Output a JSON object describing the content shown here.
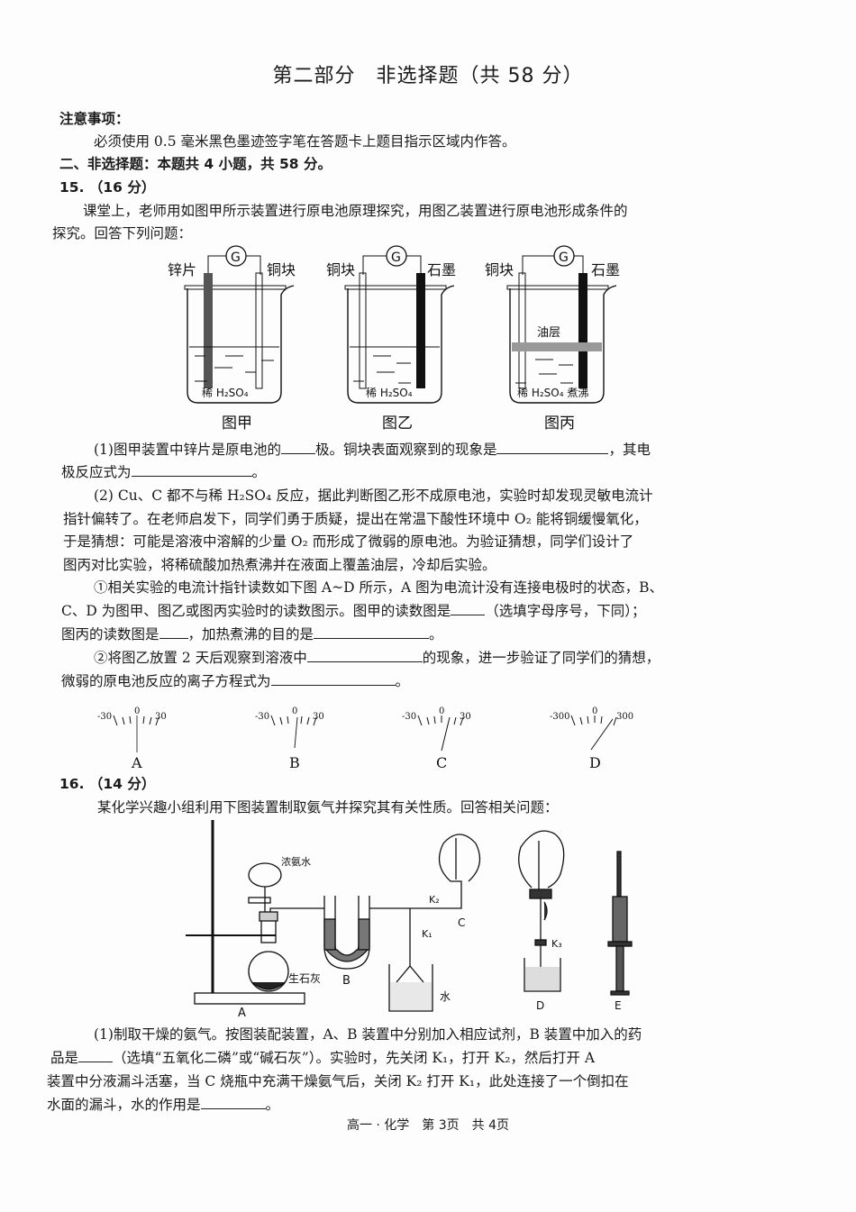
{
  "header": {
    "title": "第二部分　非选择题（共 58 分）"
  },
  "notice": {
    "heading": "注意事项：",
    "text": "必须使用 0.5 毫米黑色墨迹签字笔在答题卡上题目指示区域内作答。"
  },
  "section": {
    "title": "二、非选择题：本题共 4 小题，共 58 分。"
  },
  "q15": {
    "number": "15.",
    "score": "（16 分）",
    "intro_line1": "课堂上，老师用如图甲所示装置进行原电池原理探究，用图乙装置进行原电池形成条件的",
    "intro_line2": "探究。回答下列问题：",
    "figures": [
      {
        "caption": "图甲",
        "left_label": "锌片",
        "right_label": "铜块",
        "solution": "稀 H₂SO₄",
        "meter": "G"
      },
      {
        "caption": "图乙",
        "left_label": "铜块",
        "right_label": "石墨",
        "solution": "稀 H₂SO₄",
        "meter": "G"
      },
      {
        "caption": "图丙",
        "left_label": "铜块",
        "right_label": "石墨",
        "solution": "稀 H₂SO₄ 煮沸",
        "meter": "G",
        "layer_label": "油层"
      }
    ],
    "p1_a": "(1)图甲装置中锌片是原电池的",
    "p1_b": "极。铜块表面观察到的现象是",
    "p1_c": "，其电",
    "p1_d": "极反应式为",
    "p1_e": "。",
    "p2_line1": "(2) Cu、C 都不与稀 H₂SO₄ 反应，据此判断图乙形不成原电池，实验时却发现灵敏电流计",
    "p2_line2": "指针偏转了。在老师启发下，同学们勇于质疑，提出在常温下酸性环境中 O₂ 能将铜缓慢氧化，",
    "p2_line3": "于是猜想：可能是溶液中溶解的少量 O₂ 而形成了微弱的原电池。为验证猜想，同学们设计了",
    "p2_line4": "图丙对比实验，将稀硫酸加热煮沸并在液面上覆盖油层，冷却后实验。",
    "s1_line1": "①相关实验的电流计指针读数如下图 A~D 所示，A 图为电流计没有连接电极时的状态，B、",
    "s1_line2a": "C、D 为图甲、图乙或图丙实验时的读数图示。图甲的读数图是",
    "s1_line2b": "（选填字母序号，下同）；",
    "s1_line3a": "图丙的读数图是",
    "s1_line3b": "，加热煮沸的目的是",
    "s1_line3c": "。",
    "s2_line1a": "②将图乙放置 2 天后观察到溶液中",
    "s2_line1b": "的现象，进一步验证了同学们的猜想，",
    "s2_line2a": "微弱的原电池反应的离子方程式为",
    "s2_line2b": "。",
    "meters": [
      {
        "label": "A",
        "min": "-30",
        "zero": "0",
        "max": "30",
        "needle_angle": 0
      },
      {
        "label": "B",
        "min": "-30",
        "zero": "0",
        "max": "30",
        "needle_angle": 4
      },
      {
        "label": "C",
        "min": "-30",
        "zero": "0",
        "max": "30",
        "needle_angle": 15
      },
      {
        "label": "D",
        "min": "-300",
        "zero": "0",
        "max": "300",
        "needle_angle": 35
      }
    ]
  },
  "q16": {
    "number": "16.",
    "score": "（14 分）",
    "intro": "某化学兴趣小组利用下图装置制取氨气并探究其有关性质。回答相关问题：",
    "labels": {
      "ammonia_water": "浓氨水",
      "quicklime": "生石灰",
      "water": "水",
      "A": "A",
      "B": "B",
      "C": "C",
      "D": "D",
      "E": "E",
      "K1": "K₁",
      "K2": "K₂",
      "K3": "K₃"
    },
    "p1_line1": "(1)制取干燥的氨气。按图装配装置，A、B 装置中分别加入相应试剂，B 装置中加入的药",
    "p1_line2a": "品是",
    "p1_line2b": "（选填“五氧化二磷”或“碱石灰”）。实验时，先关闭 K₁，打开 K₂，然后打开 A",
    "p1_line3": "装置中分液漏斗活塞，当 C 烧瓶中充满干燥氨气后，关闭 K₂ 打开 K₁，此处连接了一个倒扣在",
    "p1_line4a": "水面的漏斗，水的作用是",
    "p1_line4b": "。"
  },
  "footer": {
    "text": "高一 · 化学　第 3页　共 4页"
  }
}
